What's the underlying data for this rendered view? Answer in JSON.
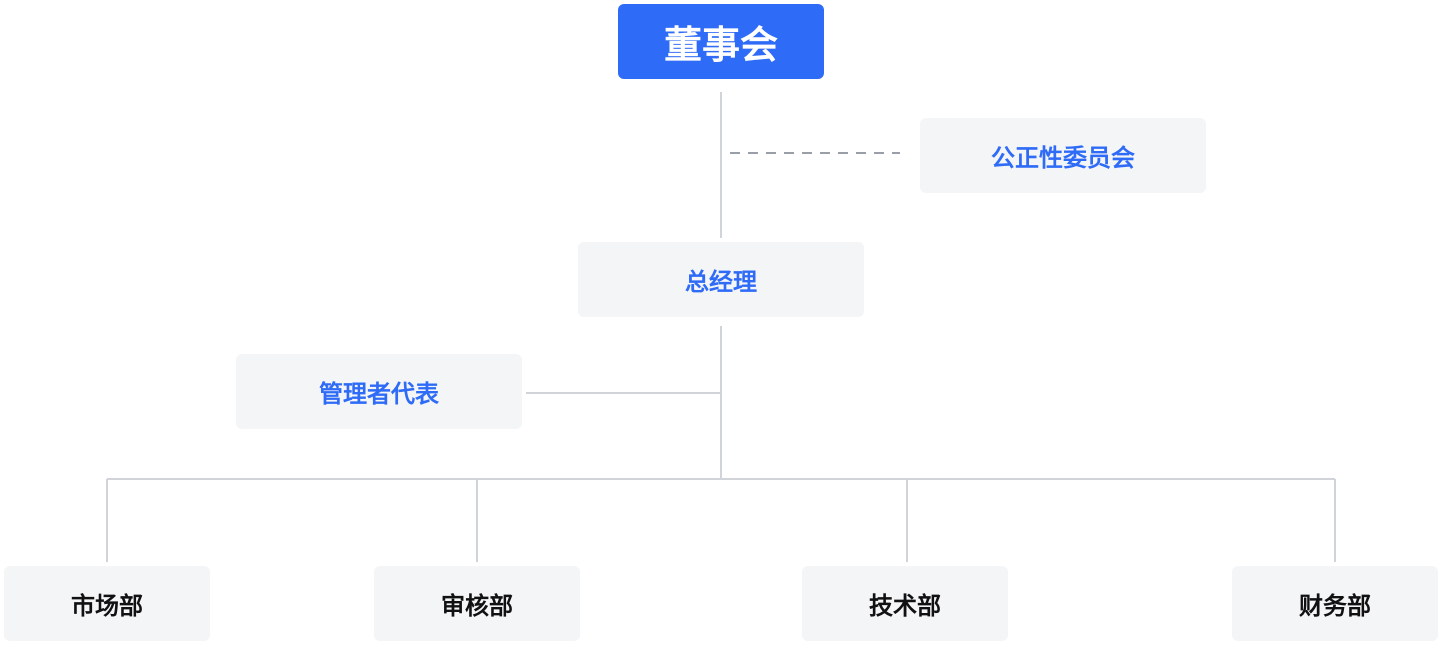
{
  "chart": {
    "board": "董事会",
    "committee": "公正性委员会",
    "general_manager": "总经理",
    "management_rep": "管理者代表",
    "departments": [
      "市场部",
      "审核部",
      "技术部",
      "财务部"
    ]
  },
  "colors": {
    "primary": "#2e6bf6",
    "node_bg": "#f4f5f7",
    "connector": "#d0d3d8",
    "dashed": "#9a9ea6",
    "leaf_text": "#111111"
  }
}
